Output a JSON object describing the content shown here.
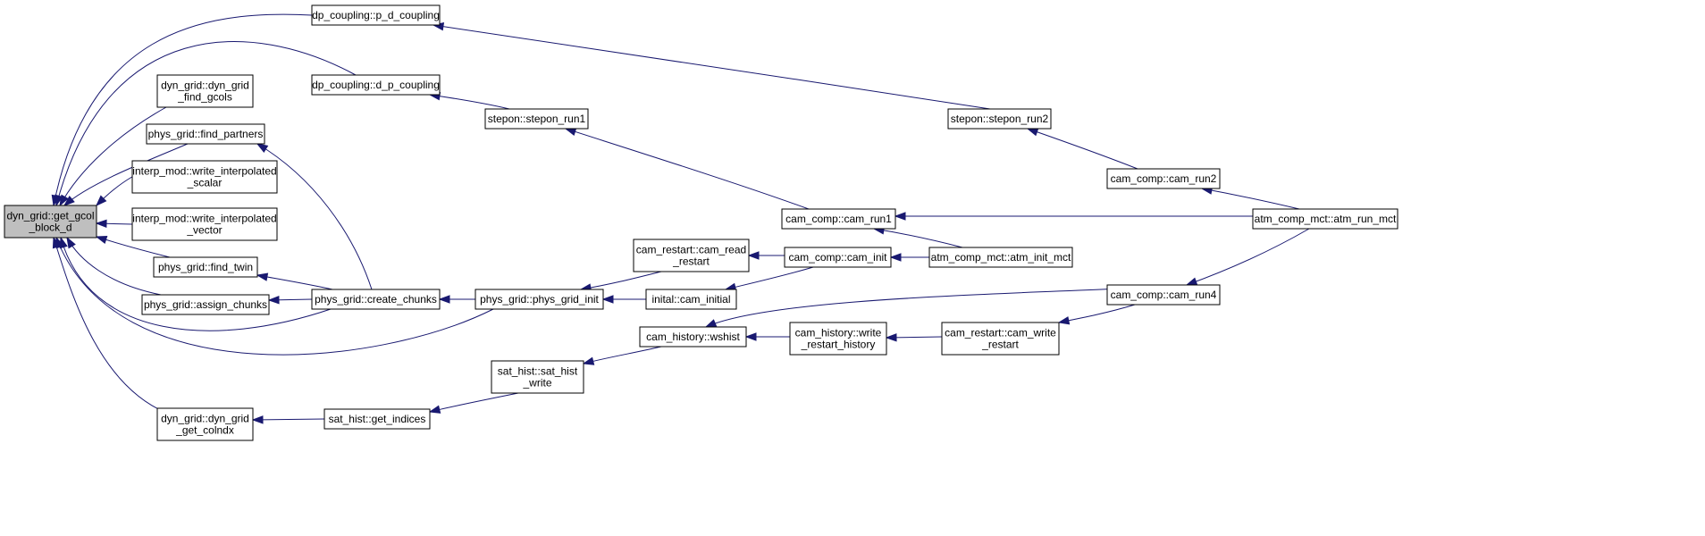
{
  "colors": {
    "edge": "#191970",
    "root_fill": "#bfbfbf",
    "node_fill": "#ffffff",
    "border": "#000000"
  },
  "nodes": [
    {
      "id": "get_gcol",
      "lines": [
        "dyn_grid::get_gcol",
        "_block_d"
      ],
      "root": true
    },
    {
      "id": "p_d_coupling",
      "lines": [
        "dp_coupling::p_d_coupling"
      ]
    },
    {
      "id": "d_p_coupling",
      "lines": [
        "dp_coupling::d_p_coupling"
      ]
    },
    {
      "id": "dyn_grid_find_gcols",
      "lines": [
        "dyn_grid::dyn_grid",
        "_find_gcols"
      ]
    },
    {
      "id": "find_partners",
      "lines": [
        "phys_grid::find_partners"
      ]
    },
    {
      "id": "write_interp_scalar",
      "lines": [
        "interp_mod::write_interpolated",
        "_scalar"
      ]
    },
    {
      "id": "write_interp_vector",
      "lines": [
        "interp_mod::write_interpolated",
        "_vector"
      ]
    },
    {
      "id": "find_twin",
      "lines": [
        "phys_grid::find_twin"
      ]
    },
    {
      "id": "assign_chunks",
      "lines": [
        "phys_grid::assign_chunks"
      ]
    },
    {
      "id": "create_chunks",
      "lines": [
        "phys_grid::create_chunks"
      ]
    },
    {
      "id": "phys_grid_init",
      "lines": [
        "phys_grid::phys_grid_init"
      ]
    },
    {
      "id": "dyn_grid_get_colndx",
      "lines": [
        "dyn_grid::dyn_grid",
        "_get_colndx"
      ]
    },
    {
      "id": "get_indices",
      "lines": [
        "sat_hist::get_indices"
      ]
    },
    {
      "id": "sat_hist_write",
      "lines": [
        "sat_hist::sat_hist",
        "_write"
      ]
    },
    {
      "id": "wshist",
      "lines": [
        "cam_history::wshist"
      ]
    },
    {
      "id": "write_restart_history",
      "lines": [
        "cam_history::write",
        "_restart_history"
      ]
    },
    {
      "id": "cam_write_restart",
      "lines": [
        "cam_restart::cam_write",
        "_restart"
      ]
    },
    {
      "id": "cam_read_restart",
      "lines": [
        "cam_restart::cam_read",
        "_restart"
      ]
    },
    {
      "id": "cam_initial",
      "lines": [
        "inital::cam_initial"
      ]
    },
    {
      "id": "cam_init",
      "lines": [
        "cam_comp::cam_init"
      ]
    },
    {
      "id": "atm_init_mct",
      "lines": [
        "atm_comp_mct::atm_init_mct"
      ]
    },
    {
      "id": "stepon_run1",
      "lines": [
        "stepon::stepon_run1"
      ]
    },
    {
      "id": "stepon_run2",
      "lines": [
        "stepon::stepon_run2"
      ]
    },
    {
      "id": "cam_run1",
      "lines": [
        "cam_comp::cam_run1"
      ]
    },
    {
      "id": "cam_run2",
      "lines": [
        "cam_comp::cam_run2"
      ]
    },
    {
      "id": "cam_run4",
      "lines": [
        "cam_comp::cam_run4"
      ]
    },
    {
      "id": "atm_run_mct",
      "lines": [
        "atm_comp_mct::atm_run_mct"
      ]
    }
  ],
  "edges": [
    {
      "from": "p_d_coupling",
      "to": "get_gcol"
    },
    {
      "from": "d_p_coupling",
      "to": "get_gcol"
    },
    {
      "from": "dyn_grid_find_gcols",
      "to": "get_gcol"
    },
    {
      "from": "find_partners",
      "to": "get_gcol"
    },
    {
      "from": "write_interp_scalar",
      "to": "get_gcol"
    },
    {
      "from": "write_interp_vector",
      "to": "get_gcol"
    },
    {
      "from": "find_twin",
      "to": "get_gcol"
    },
    {
      "from": "assign_chunks",
      "to": "get_gcol"
    },
    {
      "from": "create_chunks",
      "to": "get_gcol"
    },
    {
      "from": "phys_grid_init",
      "to": "get_gcol"
    },
    {
      "from": "dyn_grid_get_colndx",
      "to": "get_gcol"
    },
    {
      "from": "create_chunks",
      "to": "find_partners"
    },
    {
      "from": "create_chunks",
      "to": "find_twin"
    },
    {
      "from": "create_chunks",
      "to": "assign_chunks"
    },
    {
      "from": "phys_grid_init",
      "to": "create_chunks"
    },
    {
      "from": "get_indices",
      "to": "dyn_grid_get_colndx"
    },
    {
      "from": "sat_hist_write",
      "to": "get_indices"
    },
    {
      "from": "wshist",
      "to": "sat_hist_write"
    },
    {
      "from": "write_restart_history",
      "to": "wshist"
    },
    {
      "from": "cam_run4",
      "to": "wshist"
    },
    {
      "from": "cam_write_restart",
      "to": "write_restart_history"
    },
    {
      "from": "cam_run4",
      "to": "cam_write_restart"
    },
    {
      "from": "cam_read_restart",
      "to": "phys_grid_init"
    },
    {
      "from": "cam_initial",
      "to": "phys_grid_init"
    },
    {
      "from": "cam_init",
      "to": "cam_read_restart"
    },
    {
      "from": "cam_init",
      "to": "cam_initial"
    },
    {
      "from": "atm_init_mct",
      "to": "cam_init"
    },
    {
      "from": "stepon_run1",
      "to": "d_p_coupling"
    },
    {
      "from": "cam_run1",
      "to": "stepon_run1"
    },
    {
      "from": "atm_init_mct",
      "to": "cam_run1"
    },
    {
      "from": "atm_run_mct",
      "to": "cam_run1"
    },
    {
      "from": "stepon_run2",
      "to": "p_d_coupling"
    },
    {
      "from": "cam_run2",
      "to": "stepon_run2"
    },
    {
      "from": "atm_run_mct",
      "to": "cam_run2"
    },
    {
      "from": "atm_run_mct",
      "to": "cam_run4"
    }
  ]
}
